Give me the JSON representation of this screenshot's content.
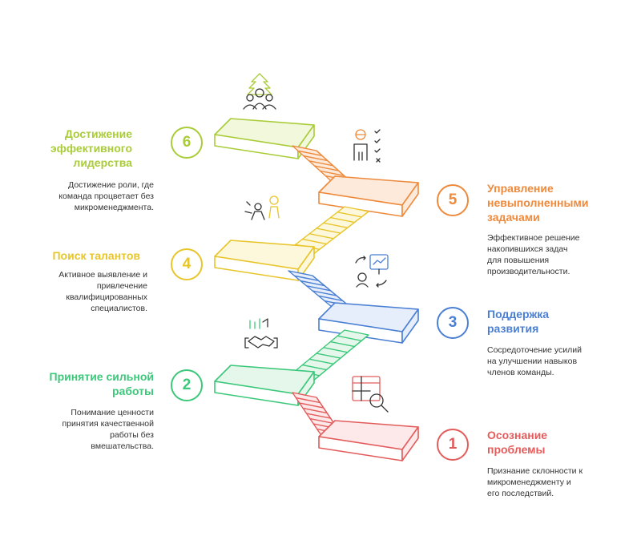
{
  "steps": [
    {
      "number": "1",
      "title": "Осознание\nпроблемы",
      "description": "Признание склонности к\nмикроменеджменту и\nего последствий.",
      "color": "#e35c5c",
      "fill": "#fde9e9",
      "icon": "spreadsheet-search-icon"
    },
    {
      "number": "2",
      "title": "Принятие сильной\nработы",
      "description": "Понимание ценности\nпринятия качественной\nработы без\nвмешательства.",
      "color": "#3cc87a",
      "fill": "#e4f7ea",
      "icon": "handshake-icon"
    },
    {
      "number": "3",
      "title": "Поддержка\nразвития",
      "description": "Сосредоточение усилий\nна улучшении навыков\nчленов команды.",
      "color": "#4a7fd4",
      "fill": "#e6eefb",
      "icon": "presentation-icon"
    },
    {
      "number": "4",
      "title": "Поиск талантов",
      "description": "Активное выявление и\nпривлечение\nквалифицированных\nспециалистов.",
      "color": "#e8c52a",
      "fill": "#fdf8dc",
      "icon": "recruit-icon"
    },
    {
      "number": "5",
      "title": "Управление\nневыполненными\nзадачами",
      "description": "Эффективное решение\nнакопившихся задач\nдля повышения\nпроизводительности.",
      "color": "#ee8a3c",
      "fill": "#fdeadb",
      "icon": "task-list-icon"
    },
    {
      "number": "6",
      "title": "Достижение\nэффективного\nлидерства",
      "description": "Достижение роли, где\nкоманда процветает без\nмикроменеджмента.",
      "color": "#a9cc38",
      "fill": "#f1f8dc",
      "icon": "team-growth-icon"
    }
  ]
}
